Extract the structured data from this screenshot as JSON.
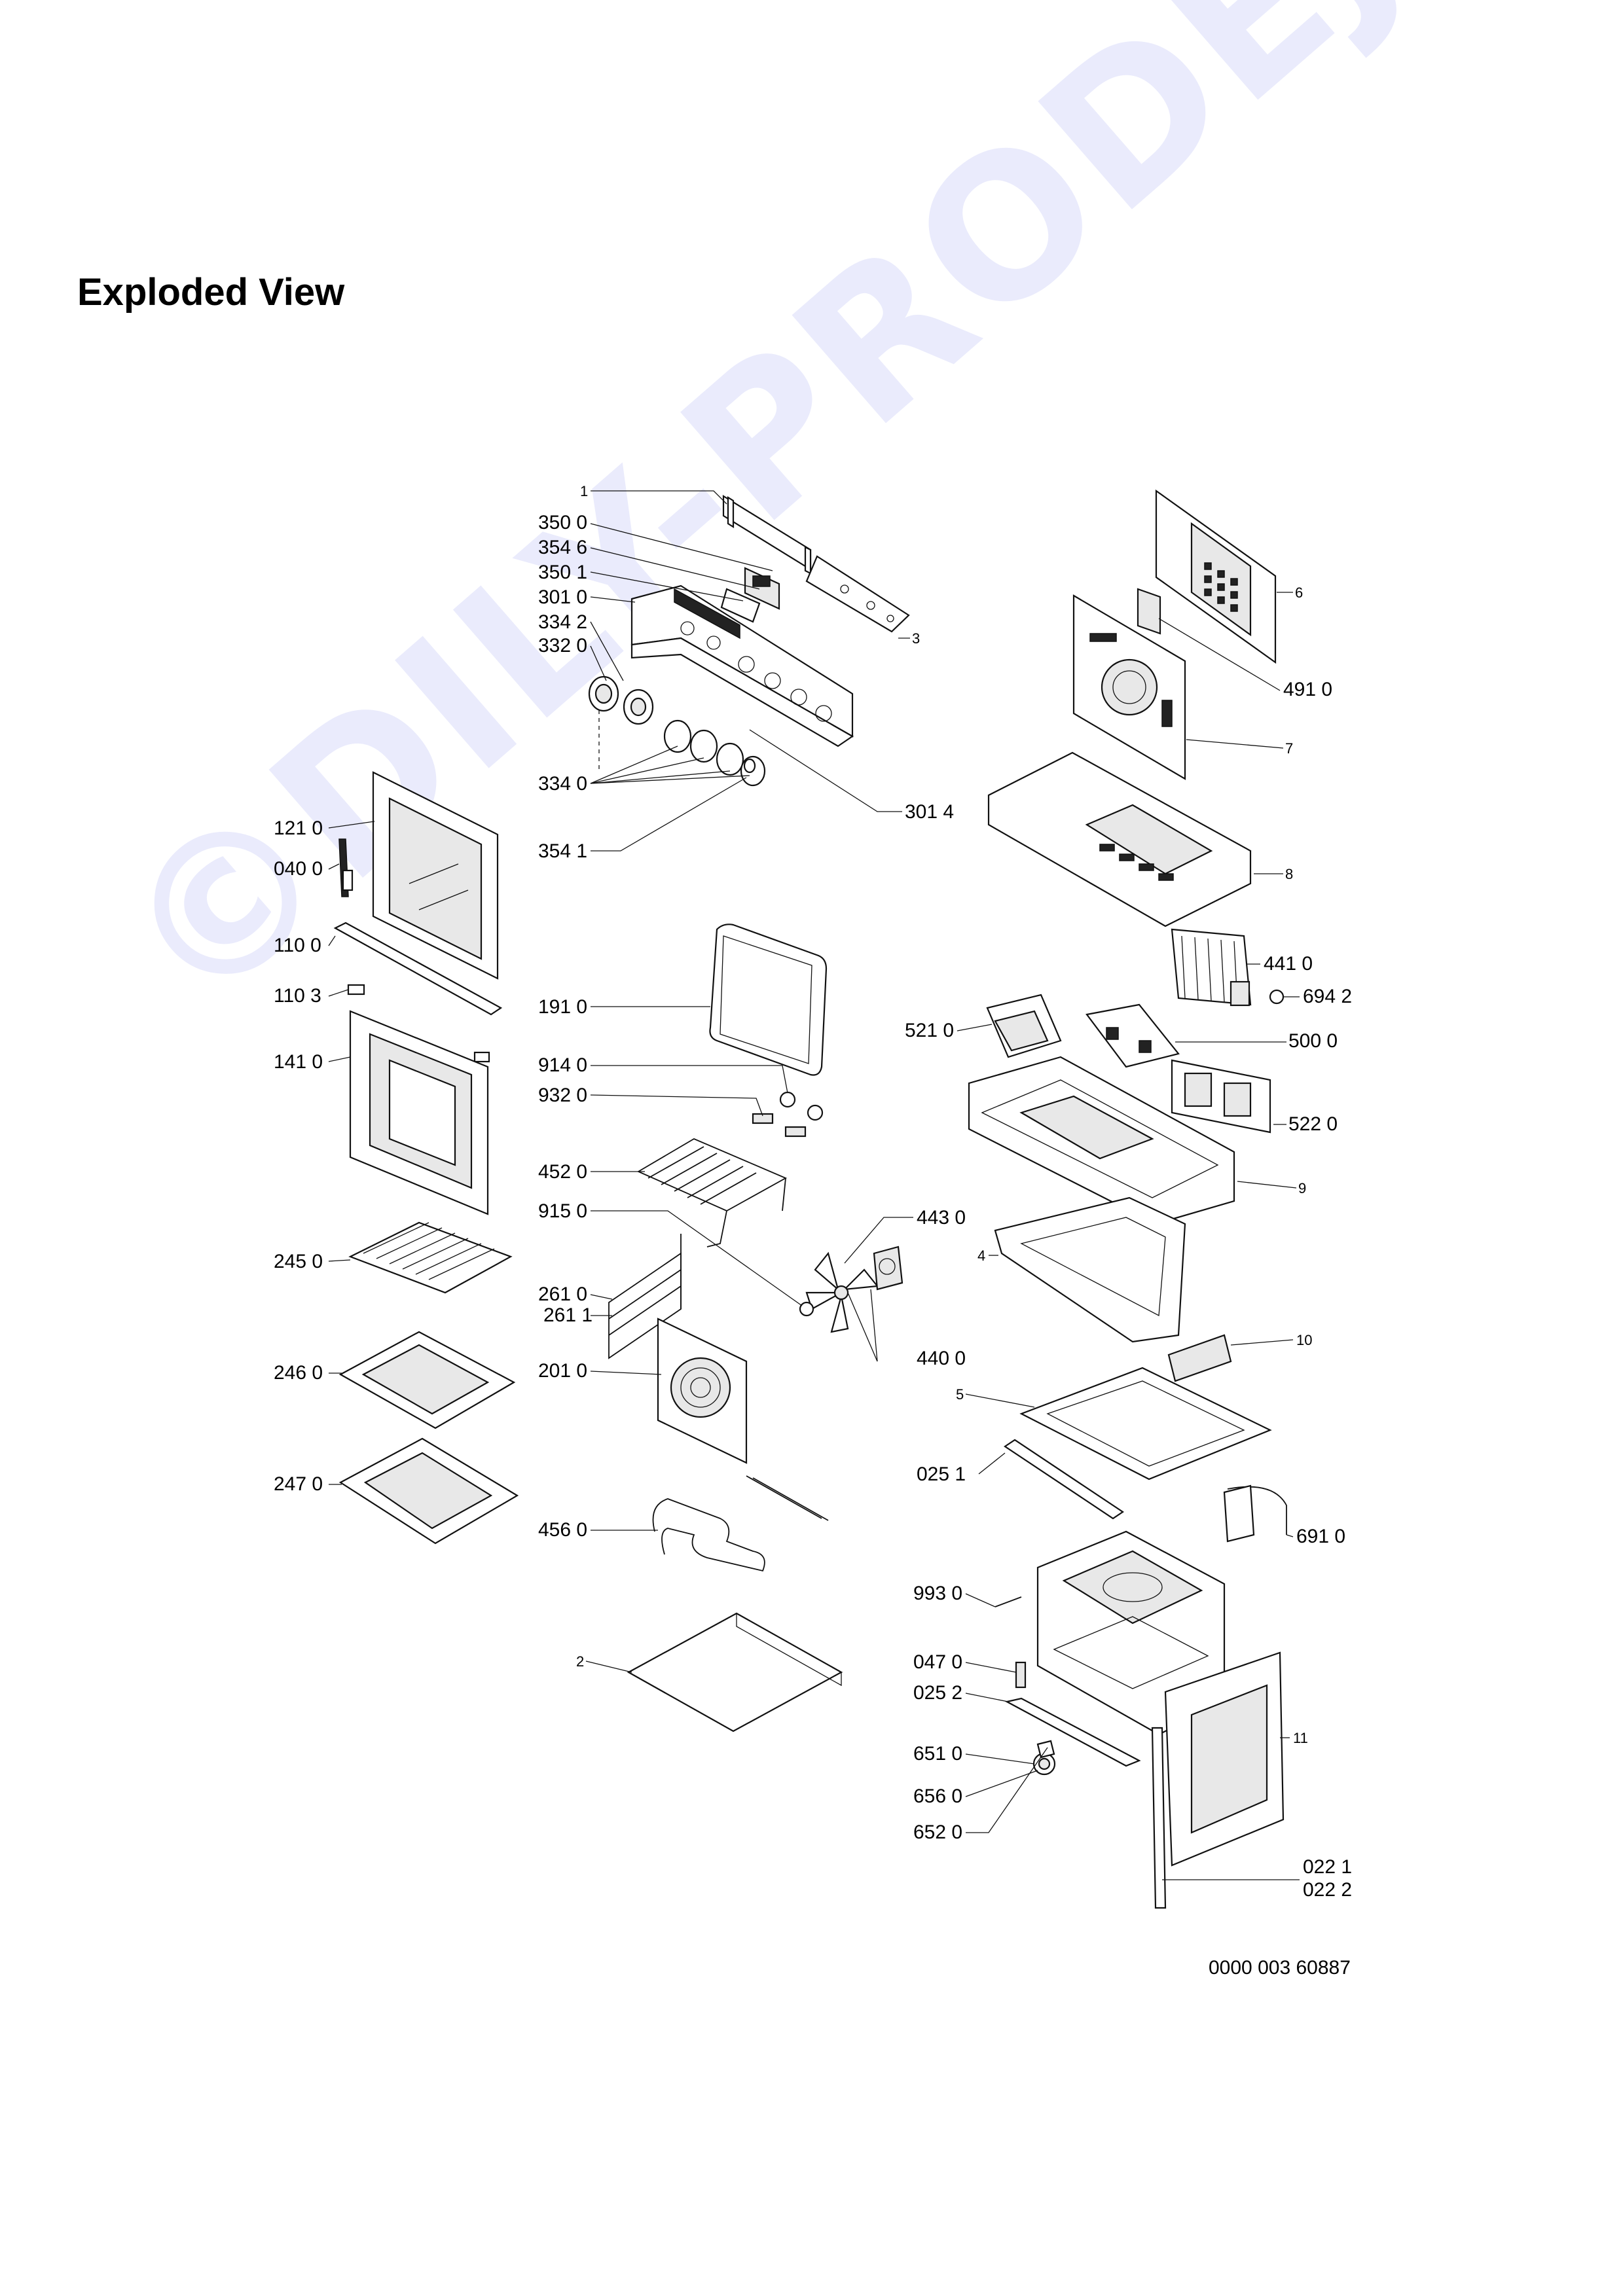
{
  "page": {
    "title": "Exploded View",
    "watermark": "©DILY-PRODEJ.cz",
    "document_number": "0000 003 60887"
  },
  "diagram": {
    "labels": [
      {
        "id": "l-1",
        "text": "1"
      },
      {
        "id": "l-3500",
        "text": "350 0"
      },
      {
        "id": "l-3546",
        "text": "354 6"
      },
      {
        "id": "l-3501",
        "text": "350 1"
      },
      {
        "id": "l-3010",
        "text": "301 0"
      },
      {
        "id": "l-3342",
        "text": "334 2"
      },
      {
        "id": "l-3320",
        "text": "332 0"
      },
      {
        "id": "l-3340",
        "text": "334 0"
      },
      {
        "id": "l-3014",
        "text": "301 4"
      },
      {
        "id": "l-3541",
        "text": "354 1"
      },
      {
        "id": "l-3",
        "text": "3"
      },
      {
        "id": "l-6",
        "text": "6"
      },
      {
        "id": "l-4910",
        "text": "491 0"
      },
      {
        "id": "l-7",
        "text": "7"
      },
      {
        "id": "l-8",
        "text": "8"
      },
      {
        "id": "l-4410",
        "text": "441 0"
      },
      {
        "id": "l-6942",
        "text": "694 2"
      },
      {
        "id": "l-5210",
        "text": "521 0"
      },
      {
        "id": "l-5000",
        "text": "500 0"
      },
      {
        "id": "l-5220",
        "text": "522 0"
      },
      {
        "id": "l-9",
        "text": "9"
      },
      {
        "id": "l-1210",
        "text": "121 0"
      },
      {
        "id": "l-0400",
        "text": "040 0"
      },
      {
        "id": "l-1100",
        "text": "110 0"
      },
      {
        "id": "l-1103",
        "text": "110 3"
      },
      {
        "id": "l-1410",
        "text": "141 0"
      },
      {
        "id": "l-1910",
        "text": "191 0"
      },
      {
        "id": "l-9140",
        "text": "914 0"
      },
      {
        "id": "l-9320",
        "text": "932 0"
      },
      {
        "id": "l-4520",
        "text": "452 0"
      },
      {
        "id": "l-9150",
        "text": "915 0"
      },
      {
        "id": "l-4430",
        "text": "443 0"
      },
      {
        "id": "l-4",
        "text": "4"
      },
      {
        "id": "l-2450",
        "text": "245 0"
      },
      {
        "id": "l-2610",
        "text": "261 0"
      },
      {
        "id": "l-2611",
        "text": "261 1"
      },
      {
        "id": "l-2010",
        "text": "201 0"
      },
      {
        "id": "l-4400",
        "text": "440 0"
      },
      {
        "id": "l-10",
        "text": "10"
      },
      {
        "id": "l-2460",
        "text": "246 0"
      },
      {
        "id": "l-5",
        "text": "5"
      },
      {
        "id": "l-0251",
        "text": "025 1"
      },
      {
        "id": "l-2470",
        "text": "247 0"
      },
      {
        "id": "l-6910",
        "text": "691 0"
      },
      {
        "id": "l-4560",
        "text": "456 0"
      },
      {
        "id": "l-9930",
        "text": "993 0"
      },
      {
        "id": "l-2",
        "text": "2"
      },
      {
        "id": "l-0470",
        "text": "047 0"
      },
      {
        "id": "l-0252",
        "text": "025 2"
      },
      {
        "id": "l-11",
        "text": "11"
      },
      {
        "id": "l-6510",
        "text": "651 0"
      },
      {
        "id": "l-6560",
        "text": "656 0"
      },
      {
        "id": "l-6520",
        "text": "652 0"
      },
      {
        "id": "l-0221",
        "text": "022 1"
      },
      {
        "id": "l-0222",
        "text": "022 2"
      }
    ]
  }
}
